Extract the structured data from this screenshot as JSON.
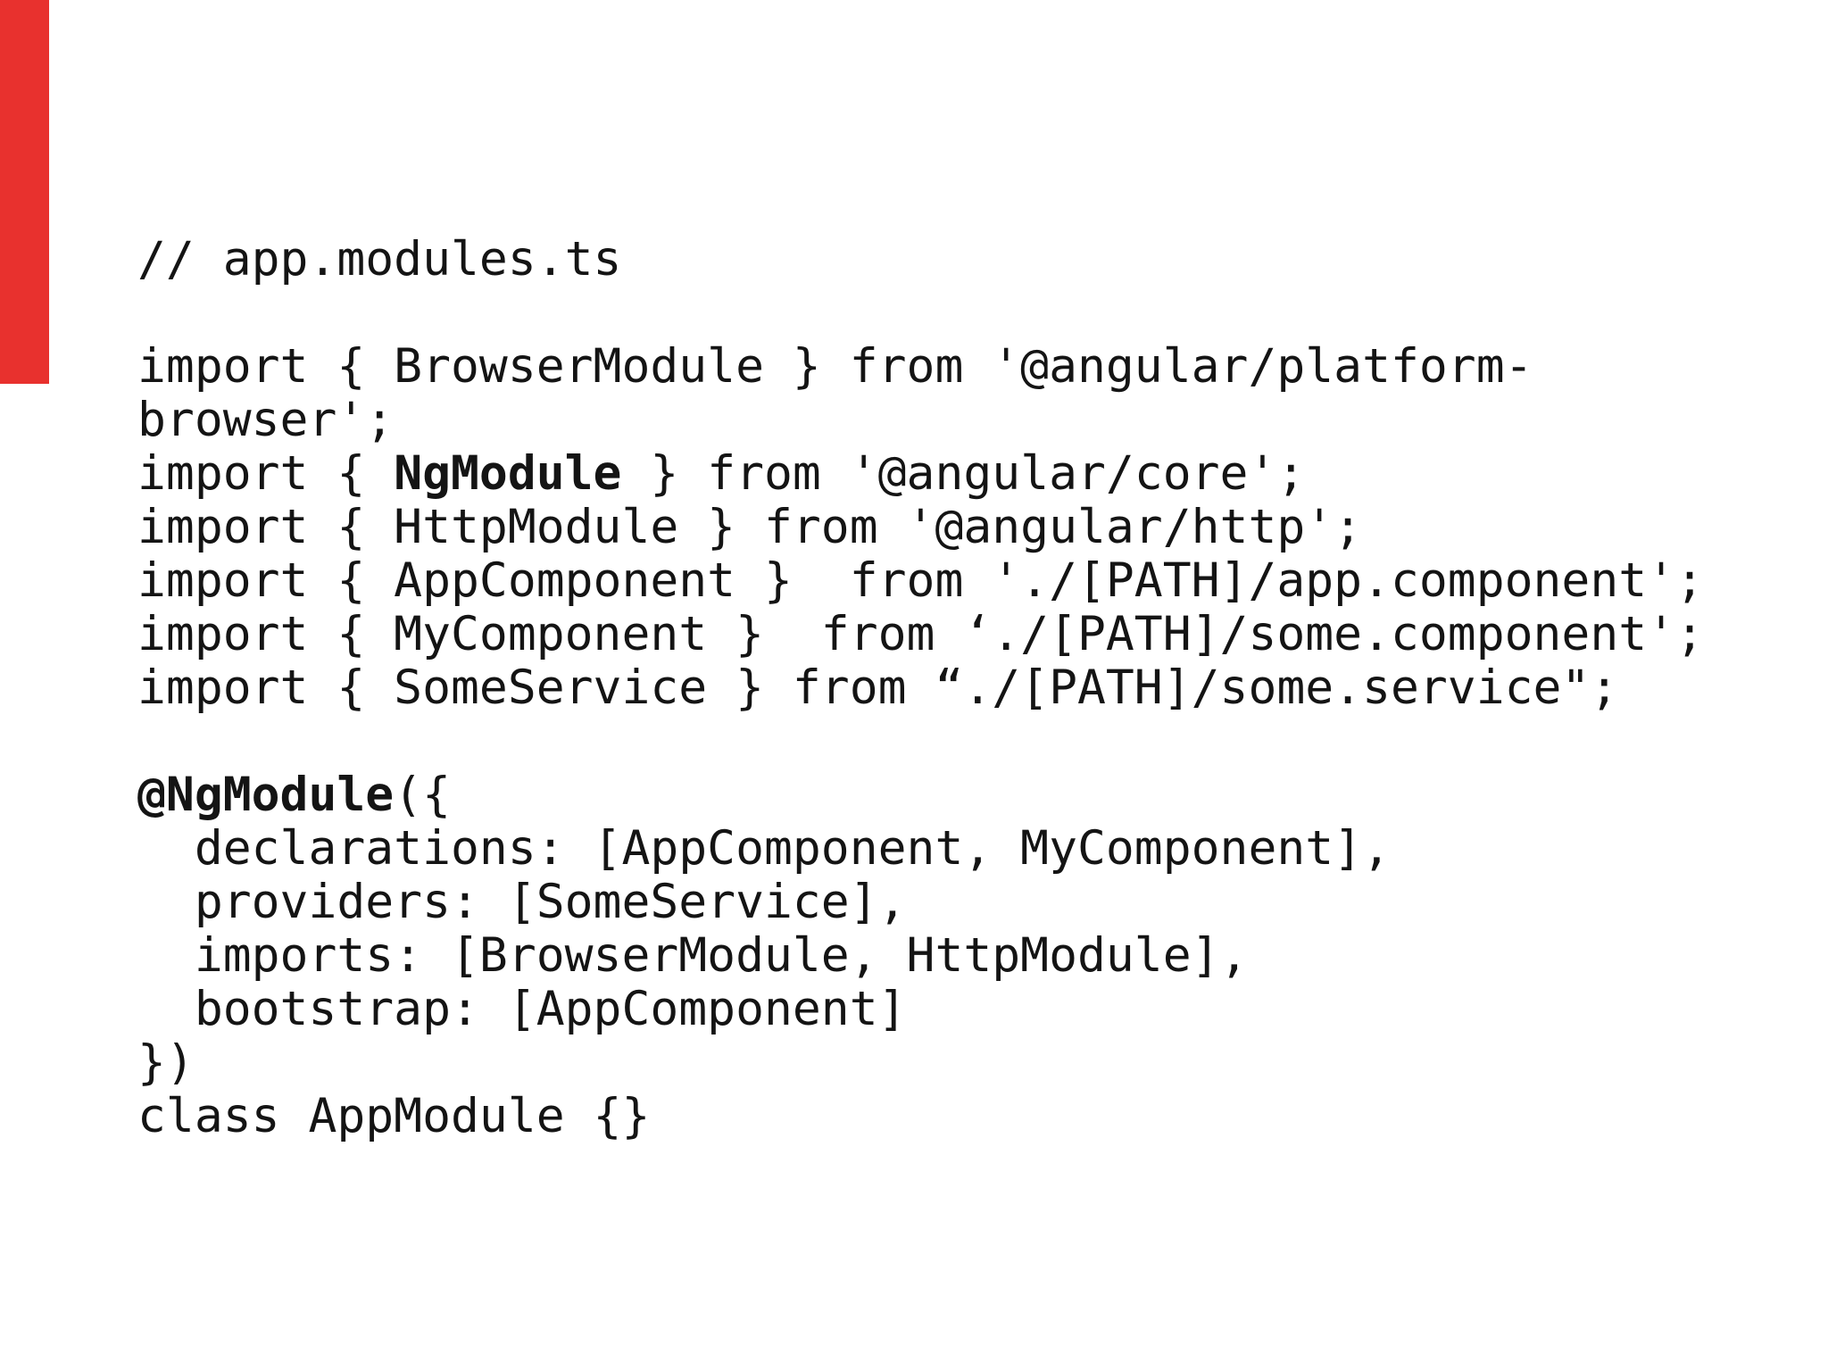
{
  "colors": {
    "background": "#ffffff",
    "code_text": "#141414",
    "accent_red": "#e8312e"
  },
  "code": {
    "lines": [
      {
        "segments": [
          {
            "text": "// app.modules.ts",
            "bold": false
          }
        ]
      },
      {
        "segments": [
          {
            "text": "",
            "bold": false
          }
        ]
      },
      {
        "segments": [
          {
            "text": "import { BrowserModule } from '@angular/platform-",
            "bold": false
          }
        ]
      },
      {
        "segments": [
          {
            "text": "browser';",
            "bold": false
          }
        ]
      },
      {
        "segments": [
          {
            "text": "import { ",
            "bold": false
          },
          {
            "text": "NgModule",
            "bold": true
          },
          {
            "text": " } from '@angular/core';",
            "bold": false
          }
        ]
      },
      {
        "segments": [
          {
            "text": "import { HttpModule } from '@angular/http';",
            "bold": false
          }
        ]
      },
      {
        "segments": [
          {
            "text": "import { AppComponent }  from './[PATH]/app.component';",
            "bold": false
          }
        ]
      },
      {
        "segments": [
          {
            "text": "import { MyComponent }  from ‘./[PATH]/some.component';",
            "bold": false
          }
        ]
      },
      {
        "segments": [
          {
            "text": "import { SomeService } from “./[PATH]/some.service\";",
            "bold": false
          }
        ]
      },
      {
        "segments": [
          {
            "text": "",
            "bold": false
          }
        ]
      },
      {
        "segments": [
          {
            "text": "@NgModule",
            "bold": true
          },
          {
            "text": "({",
            "bold": false
          }
        ]
      },
      {
        "segments": [
          {
            "text": "  declarations: [AppComponent, MyComponent],",
            "bold": false
          }
        ]
      },
      {
        "segments": [
          {
            "text": "  providers: [SomeService],",
            "bold": false
          }
        ]
      },
      {
        "segments": [
          {
            "text": "  imports: [BrowserModule, HttpModule],",
            "bold": false
          }
        ]
      },
      {
        "segments": [
          {
            "text": "  bootstrap: [AppComponent]",
            "bold": false
          }
        ]
      },
      {
        "segments": [
          {
            "text": "})",
            "bold": false
          }
        ]
      },
      {
        "segments": [
          {
            "text": "class AppModule {}",
            "bold": false
          }
        ]
      }
    ]
  }
}
